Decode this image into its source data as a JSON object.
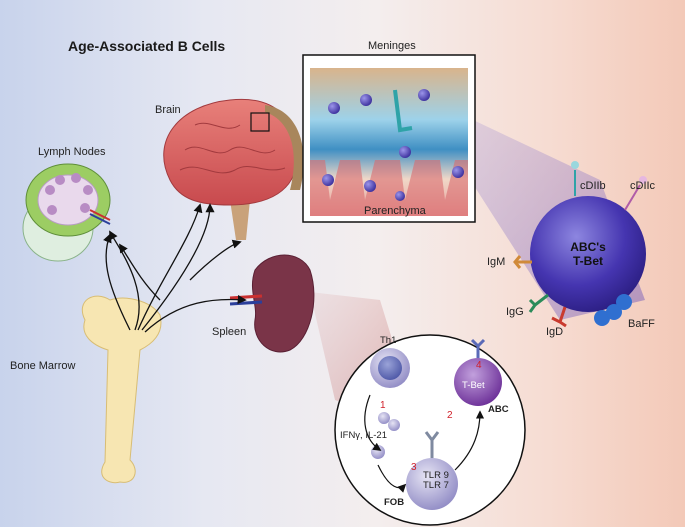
{
  "title": "Age-Associated B Cells",
  "organs": {
    "meninges": "Meninges",
    "parenchyma": "Parenchyma",
    "brain": "Brain",
    "lymph_nodes": "Lymph Nodes",
    "spleen": "Spleen",
    "bone_marrow": "Bone Marrow"
  },
  "abc_cell": {
    "line1": "ABC's",
    "line2": "T-Bet",
    "receptors": [
      "cDIIb",
      "cDIIc",
      "IgM",
      "IgG",
      "IgD",
      "BaFF"
    ]
  },
  "pathway": {
    "th1": "Th1",
    "cytokines": "IFNγ, IL-21",
    "fob": "FOB",
    "abc": "ABC",
    "tlr9": "TLR 9",
    "tlr7": "TLR 7",
    "tbet": "T-Bet",
    "steps": [
      "1",
      "2",
      "3",
      "4"
    ]
  },
  "colors": {
    "abc_cell": "#3b2fa0",
    "vesicle": "#4a3fb0",
    "brain": "#d9565a",
    "spleen": "#7a3448",
    "step_numbers": "#d0202a"
  }
}
